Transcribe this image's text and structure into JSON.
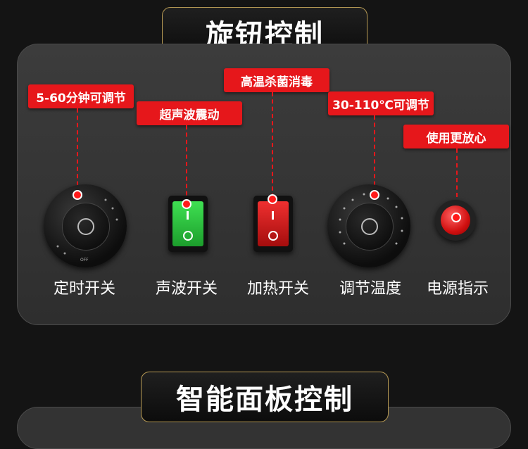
{
  "header": {
    "title": "旋钮控制"
  },
  "footer": {
    "title": "智能面板控制"
  },
  "controls": [
    {
      "tag": "5-60分钟可调节",
      "label": "定时开关",
      "icon": "timer-knob"
    },
    {
      "tag": "超声波震动",
      "label": "声波开关",
      "icon": "green-rocker-switch"
    },
    {
      "tag": "高温杀菌消毒",
      "label": "加热开关",
      "icon": "red-rocker-switch"
    },
    {
      "tag": "30-110℃可调节",
      "label": "调节温度",
      "icon": "temperature-knob"
    },
    {
      "tag": "使用更放心",
      "label": "电源指示",
      "icon": "power-indicator-light"
    }
  ],
  "knob_marks": {
    "timer_off": "OFF"
  },
  "colors": {
    "accent_red": "#e6171b",
    "gold_border": "#b79a54",
    "switch_green": "#2ecc40",
    "switch_red": "#e01818"
  }
}
